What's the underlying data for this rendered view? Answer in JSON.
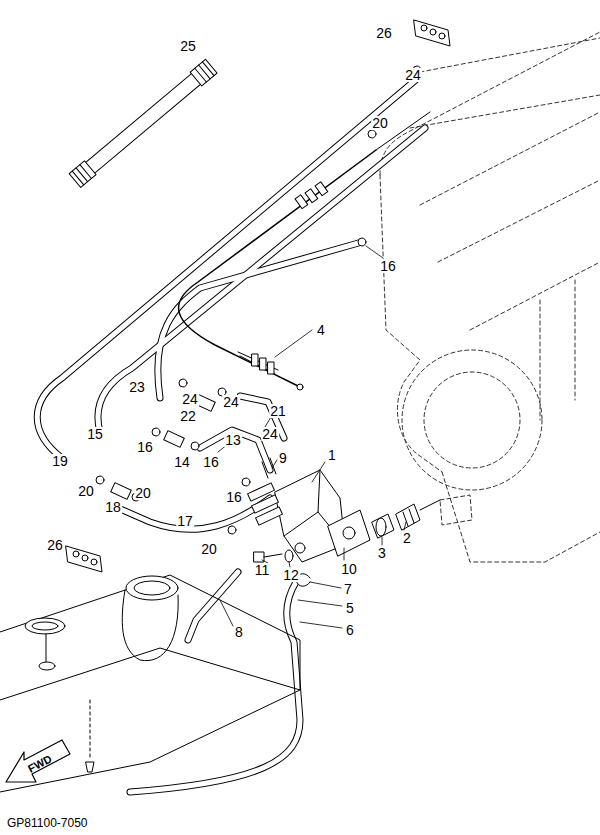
{
  "diagram": {
    "labels": [
      "25",
      "26",
      "24",
      "20",
      "16",
      "4",
      "23",
      "24",
      "22",
      "24",
      "21",
      "24",
      "13",
      "9",
      "15",
      "16",
      "14",
      "16",
      "19",
      "20",
      "18",
      "20",
      "16",
      "1",
      "17",
      "20",
      "10",
      "3",
      "2",
      "26",
      "11",
      "12",
      "7",
      "5",
      "8",
      "6",
      "FWD",
      "GP81100-7050"
    ]
  }
}
